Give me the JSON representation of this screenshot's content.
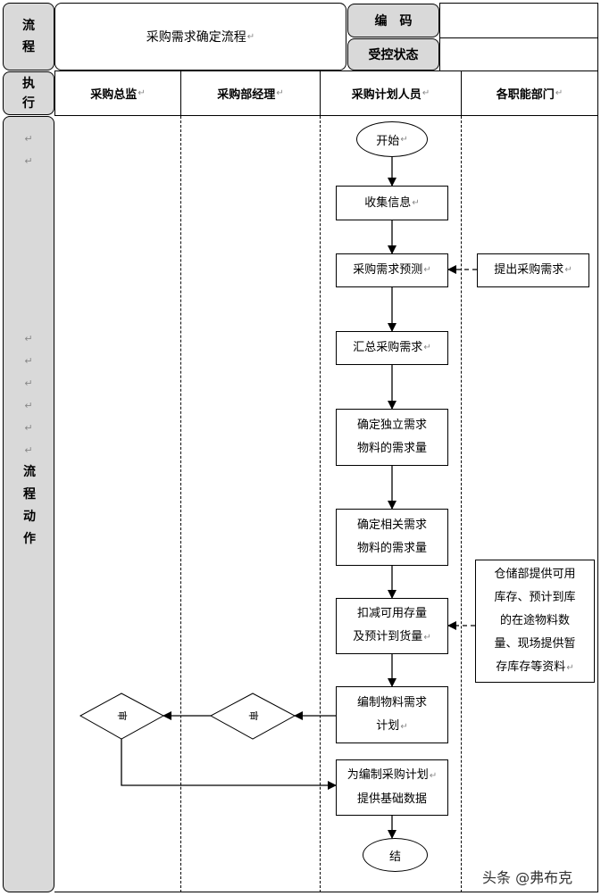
{
  "header": {
    "flow_label": "流程",
    "title": "采购需求确定流程",
    "code_label": "编　码",
    "status_label": "受控状态"
  },
  "execute_label": "执行",
  "columns": [
    "采购总监",
    "采购部经理",
    "采购计划人员",
    "各职能部门"
  ],
  "side_label": "流程动作",
  "nodes": {
    "start": "开始",
    "collect": "收集信息",
    "forecast": "采购需求预测",
    "propose": "提出采购需求",
    "summarize": "汇总采购需求",
    "independent_l1": "确定独立需求",
    "independent_l2": "物料的需求量",
    "related_l1": "确定相关需求",
    "related_l2": "物料的需求量",
    "deduct_l1": "扣减可用存量",
    "deduct_l2": "及预计到货量",
    "warehouse_l1": "仓储部提供可用",
    "warehouse_l2": "库存、预计到库",
    "warehouse_l3": "的在途物料数",
    "warehouse_l4": "量、现场提供暂",
    "warehouse_l5": "存库存等资料",
    "plan_l1": "编制物料需求",
    "plan_l2": "计划",
    "review_manager": "审",
    "review_director": "审",
    "provide_l1": "为编制采购计划",
    "provide_l2": "提供基础数据",
    "end": "结"
  },
  "watermark": "头条 @弗布克"
}
